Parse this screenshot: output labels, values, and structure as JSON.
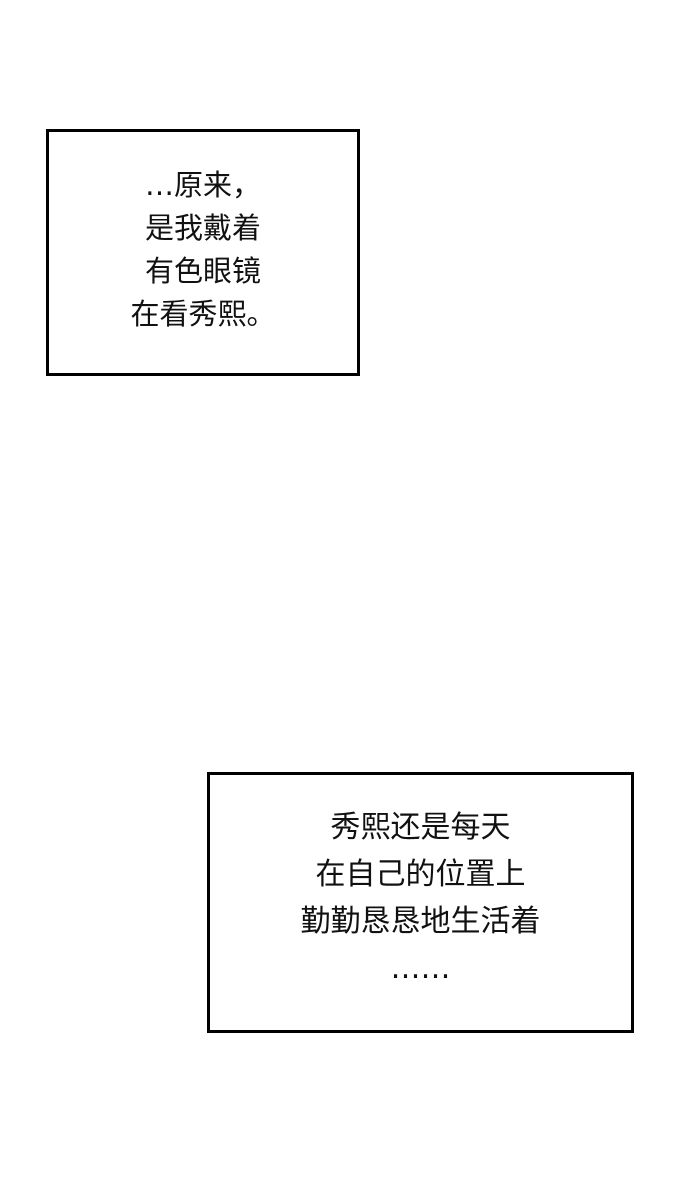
{
  "caption_1": {
    "lines": [
      "…原来，",
      "是我戴着",
      "有色眼镜",
      "在看秀熙。"
    ]
  },
  "caption_2": {
    "lines": [
      "秀熙还是每天",
      "在自己的位置上",
      "勤勤恳恳地生活着",
      "……"
    ]
  }
}
